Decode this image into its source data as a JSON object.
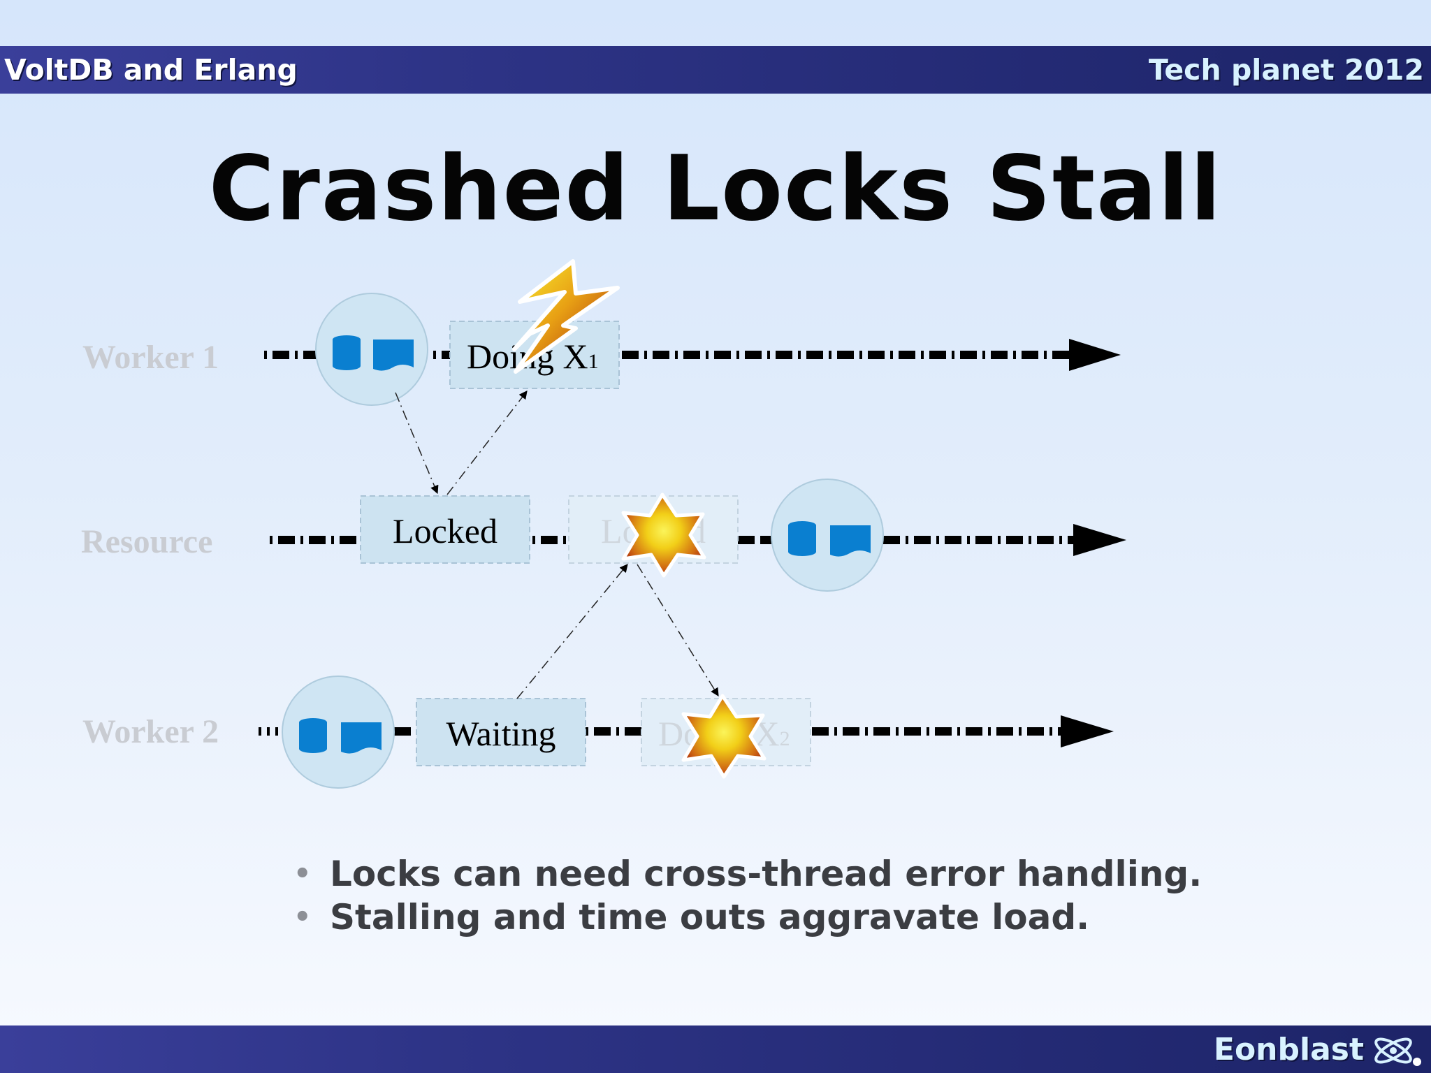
{
  "header": {
    "left_text": "VoltDB and Erlang",
    "right_text": "Tech planet 2012"
  },
  "title": "Crashed Locks Stall",
  "diagram": {
    "lanes": [
      {
        "label": "Worker 1"
      },
      {
        "label": "Resource"
      },
      {
        "label": "Worker 2"
      }
    ],
    "boxes": {
      "doing_x1": {
        "text": "Doing X",
        "subscript": "1"
      },
      "locked": "Locked",
      "locked_faded": "Locked",
      "waiting": "Waiting",
      "doing_x2_faded": {
        "text": "Doing X",
        "subscript": "2"
      }
    },
    "icons": [
      "process-icon",
      "lightning-bolt-icon",
      "explosion-icon"
    ],
    "colors": {
      "process_blue": "#0a7fd0",
      "circle_fill": "#cfe5f3",
      "box_fill": "#cde3f1",
      "explosion_core": "#f7e81a",
      "explosion_edge": "#b02a10"
    }
  },
  "bullets": [
    "Locks can need cross-thread error handling.",
    "Stalling and time outs aggravate load."
  ],
  "footer": {
    "brand": "Eonblast"
  }
}
